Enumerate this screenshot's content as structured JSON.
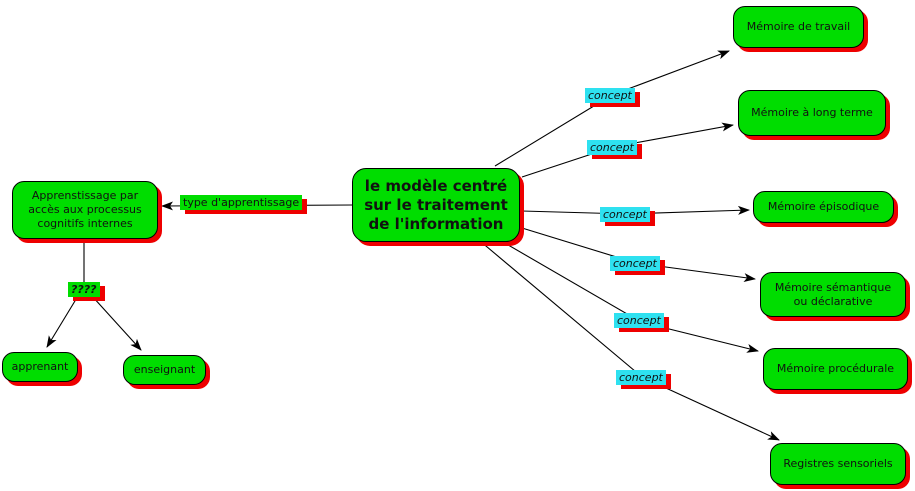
{
  "colors": {
    "node_green": "#00dd00",
    "label_cyan": "#2ee1f0",
    "shadow_red": "#ee0000",
    "line": "#000000",
    "text": "#111111"
  },
  "nodes": {
    "central": {
      "lines": [
        "le modèle centré",
        "sur le traitement",
        "de l'information"
      ]
    },
    "apprentissage": {
      "lines": [
        "Apprenstissage par",
        "accès aux processus",
        "cognitifs internes"
      ]
    },
    "apprenant": {
      "label": "apprenant"
    },
    "enseignant": {
      "label": "enseignant"
    },
    "memoire_travail": {
      "label": "Mémoire de travail"
    },
    "memoire_long_terme": {
      "label": "Mémoire à long terme"
    },
    "memoire_episodique": {
      "label": "Mémoire épisodique"
    },
    "memoire_semantique": {
      "lines": [
        "Mémoire sémantique",
        "ou déclarative"
      ]
    },
    "memoire_procedurale": {
      "label": "Mémoire procédurale"
    },
    "registres_sensoriels": {
      "label": "Registres sensoriels"
    }
  },
  "link_labels": {
    "concept": "concept",
    "type_apprentissage": "type d'apprentissage",
    "question": "????"
  }
}
